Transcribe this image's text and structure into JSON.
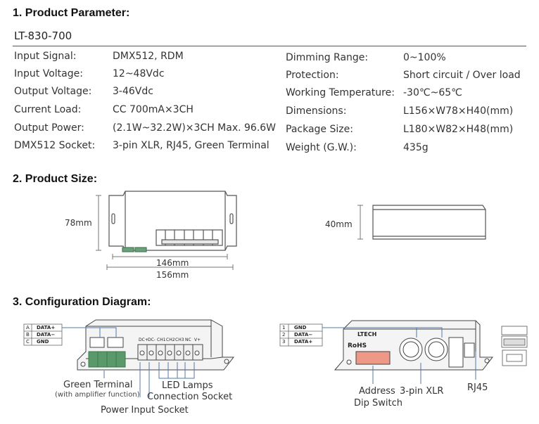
{
  "sections": {
    "parameter_title": "1.  Product Parameter:",
    "size_title": "2.  Product Size:",
    "config_title": "3.  Configuration Diagram:"
  },
  "model": "LT-830-700",
  "params_left": [
    {
      "label": "Input Signal:",
      "value": "DMX512, RDM"
    },
    {
      "label": "Input Voltage:",
      "value": "12~48Vdc"
    },
    {
      "label": "Output Voltage:",
      "value": "3-46Vdc"
    },
    {
      "label": "Current Load:",
      "value": "CC 700mA×3CH"
    },
    {
      "label": "Output Power:",
      "value": "(2.1W~32.2W)×3CH  Max. 96.6W"
    },
    {
      "label": "DMX512 Socket:",
      "value": "3-pin XLR, RJ45, Green Terminal"
    }
  ],
  "params_right": [
    {
      "label": "Dimming Range:",
      "value": "0~100%"
    },
    {
      "label": "Protection:",
      "value": "Short circuit / Over load"
    },
    {
      "label": "Working Temperature:",
      "value": "-30℃~65℃"
    },
    {
      "label": "Dimensions:",
      "value": "L156×W78×H40(mm)"
    },
    {
      "label": "Package Size:",
      "value": "L180×W82×H48(mm)"
    },
    {
      "label": "Weight (G.W.):",
      "value": "435g"
    }
  ],
  "size": {
    "height_top": "78mm",
    "inner_length": "146mm",
    "outer_length": "156mm",
    "height_side": "40mm"
  },
  "config": {
    "left_table": [
      {
        "pin": "A",
        "signal": "DATA+"
      },
      {
        "pin": "B",
        "signal": "DATA−"
      },
      {
        "pin": "C",
        "signal": "GND"
      }
    ],
    "right_table": [
      {
        "pin": "1",
        "signal": "GND"
      },
      {
        "pin": "2",
        "signal": "DATA−"
      },
      {
        "pin": "3",
        "signal": "DATA+"
      }
    ],
    "terminal_labels": [
      "DC+",
      "DC-",
      "CH1",
      "CH2",
      "CH3",
      "NC",
      "V+"
    ],
    "brand": "LTECH",
    "rohs": "RoHS",
    "callouts": {
      "green_terminal": "Green Terminal",
      "green_terminal_sub": "(with amplifier function)",
      "led_lamps": "LED Lamps",
      "led_lamps_sub": "Connection Socket",
      "power_input": "Power Input Socket",
      "address_dip": "Address",
      "address_dip_sub": "Dip Switch",
      "xlr": "3-pin XLR",
      "rj45": "RJ45"
    }
  }
}
